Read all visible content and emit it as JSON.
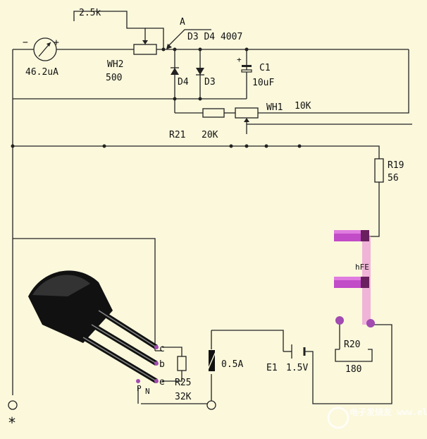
{
  "meter": {
    "minus": "−",
    "plus": "+",
    "reading": "46.2uA"
  },
  "pot_label": "2.5k",
  "point_a": "A",
  "wh2": {
    "name": "WH2",
    "value": "500"
  },
  "diodes_title": "D3 D4 4007",
  "d4": "D4",
  "d3": "D3",
  "c1": {
    "name": "C1",
    "value": "10uF"
  },
  "wh1": {
    "name": "WH1",
    "value": "10K"
  },
  "r21": {
    "name": "R21",
    "value": "20K"
  },
  "r19": {
    "name": "R19",
    "value": "56"
  },
  "hfe_label": "hFE",
  "transistor_pins": {
    "c": "c",
    "b": "b",
    "e": "e",
    "p": "P",
    "n": "N"
  },
  "r25": {
    "name": "R25",
    "value": "32K"
  },
  "fuse": "0.5A",
  "battery": {
    "name": "E1",
    "value": "1.5V"
  },
  "r20": {
    "name": "R20",
    "value": "180"
  },
  "bottom_mark": "*",
  "watermark": "电子发烧友 www.elecfans.com"
}
